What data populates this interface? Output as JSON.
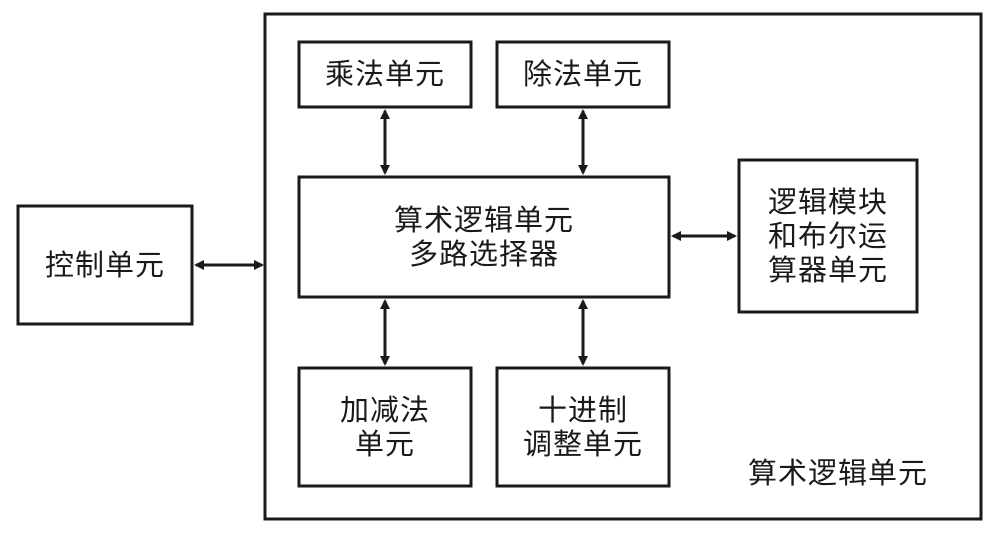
{
  "diagram": {
    "outer_frame_label": "算术逻辑单元",
    "nodes": {
      "control": [
        "控制单元"
      ],
      "multiplier": [
        "乘法单元"
      ],
      "divider": [
        "除法单元"
      ],
      "alu_mux": [
        "算术逻辑单元",
        "多路选择器"
      ],
      "logic": [
        "逻辑模块",
        "和布尔运",
        "算器单元"
      ],
      "addsub": [
        "加减法",
        "单元"
      ],
      "decimal": [
        "十进制",
        "调整单元"
      ]
    }
  }
}
